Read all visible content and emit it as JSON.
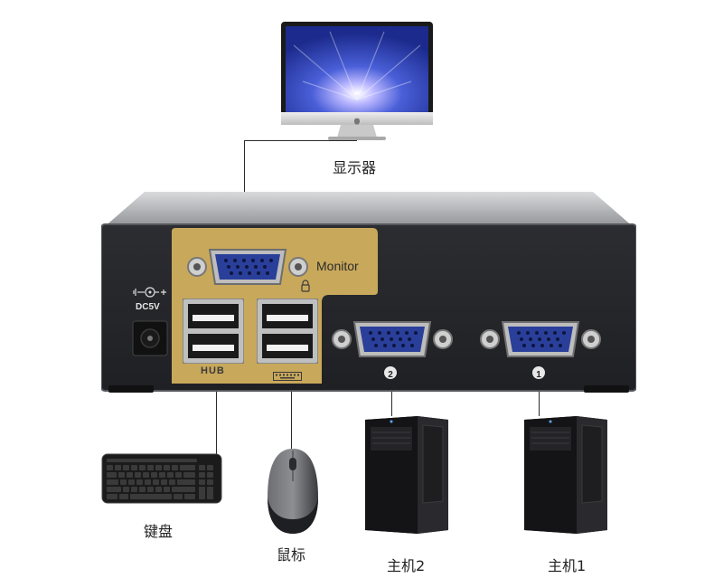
{
  "labels": {
    "monitor": "显示器",
    "keyboard": "键盘",
    "mouse": "鼠标",
    "host2": "主机2",
    "host1": "主机1"
  },
  "device": {
    "monitor_port_label": "Monitor",
    "power_label": "DC5V",
    "hub_label": "HUB",
    "port2_number": "2",
    "port1_number": "1"
  },
  "colors": {
    "gold_panel": "#c8a85a",
    "vga_blue": "#2a3f9a",
    "chassis": "#2a2b2f",
    "wire": "#2b2b2b"
  },
  "icons": {
    "apple_logo": "apple-logo-icon",
    "power_symbol": "dc-power-icon",
    "lock": "lock-icon",
    "keyboard_symbol": "keyboard-port-icon"
  }
}
